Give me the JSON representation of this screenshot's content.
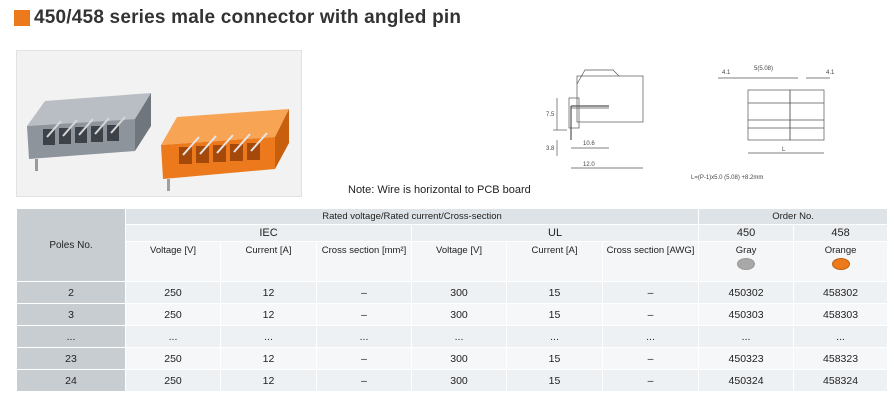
{
  "title": "450/458 series male connector with angled pin",
  "accent_color": "#ec7a1c",
  "note": "Note: Wire is horizontal to PCB board",
  "drawing": {
    "side_dims": [
      "7.5",
      "3.8",
      "10.6",
      "12.0"
    ],
    "front_dims": [
      "4.1",
      "5(5.08)",
      "4.1",
      "L"
    ],
    "formula": "L=(P-1)x5.0 (5.08) +8.2mm"
  },
  "table": {
    "poles_header": "Poles No.",
    "rated_header": "Rated voltage/Rated current/Cross-section",
    "order_header": "Order No.",
    "iec_label": "IEC",
    "ul_label": "UL",
    "order_450": "450",
    "order_458": "458",
    "sub": {
      "iec_voltage": "Voltage [V]",
      "iec_current": "Current [A]",
      "iec_cross": "Cross section [mm²]",
      "ul_voltage": "Voltage [V]",
      "ul_current": "Current [A]",
      "ul_cross": "Cross section [AWG]",
      "gray": "Gray",
      "orange": "Orange"
    },
    "colors": {
      "gray": "#a8a8a8",
      "orange": "#ec7a1c"
    },
    "rows": [
      [
        "2",
        "250",
        "12",
        "–",
        "300",
        "15",
        "–",
        "450302",
        "458302"
      ],
      [
        "3",
        "250",
        "12",
        "–",
        "300",
        "15",
        "–",
        "450303",
        "458303"
      ],
      [
        "...",
        "...",
        "...",
        "...",
        "...",
        "...",
        "...",
        "...",
        "..."
      ],
      [
        "23",
        "250",
        "12",
        "–",
        "300",
        "15",
        "–",
        "450323",
        "458323"
      ],
      [
        "24",
        "250",
        "12",
        "–",
        "300",
        "15",
        "–",
        "450324",
        "458324"
      ]
    ]
  }
}
